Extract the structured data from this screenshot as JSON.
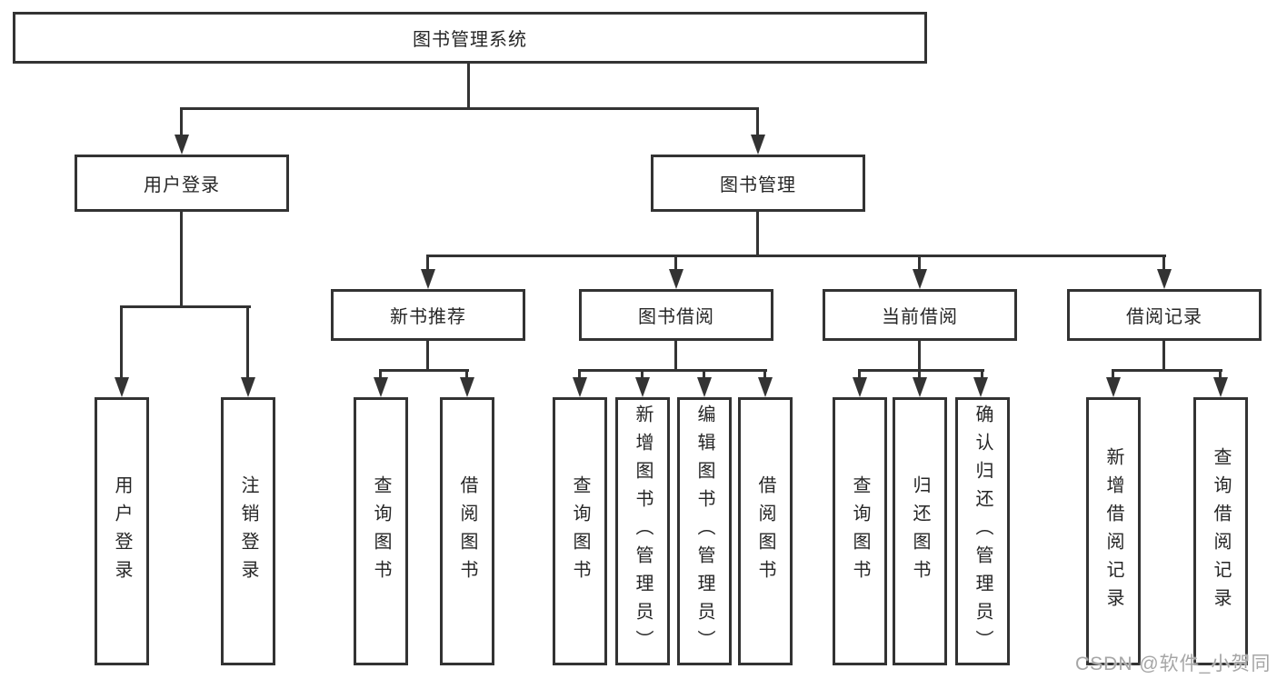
{
  "diagram_title": "图书管理系统",
  "nodes": {
    "root": "图书管理系统",
    "level2": {
      "user_login_branch": "用户登录",
      "book_mgmt_branch": "图书管理"
    },
    "level3": {
      "new_books": "新书推荐",
      "book_borrow": "图书借阅",
      "current_borrow": "当前借阅",
      "borrow_records": "借阅记录"
    },
    "leaves": {
      "user_login": "用户登录",
      "logout": "注销登录",
      "nb_query_books": "查询图书",
      "nb_borrow_books": "借阅图书",
      "bb_query_books": "查询图书",
      "bb_add_books": "新增图书（管理员）",
      "bb_edit_books": "编辑图书（管理员）",
      "bb_borrow_books": "借阅图书",
      "cb_query_books": "查询图书",
      "cb_return_books": "归还图书",
      "cb_confirm_return": "确认归还（管理员）",
      "br_add_record": "新增借阅记录",
      "br_query_record": "查询借阅记录"
    }
  },
  "watermark": "CSDN @软件_小贺同学",
  "colors": {
    "line": "#333333",
    "text": "#262626",
    "background": "#ffffff",
    "watermark": "#a6a6a6"
  }
}
